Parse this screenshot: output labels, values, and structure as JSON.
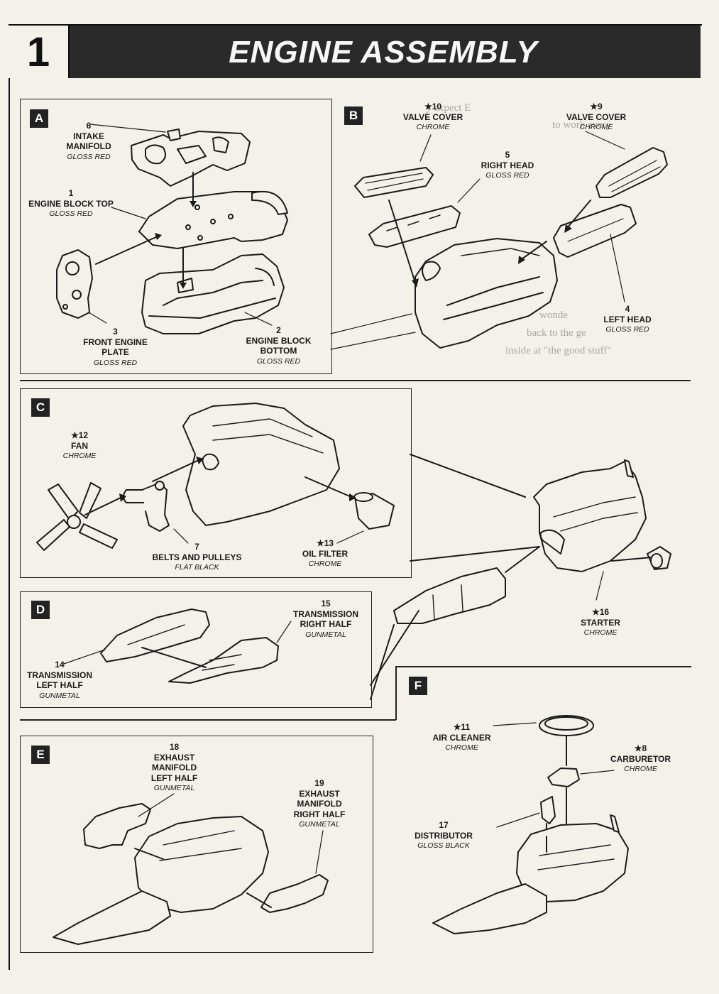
{
  "header": {
    "step_number": "1",
    "title": "ENGINE ASSEMBLY"
  },
  "panels": [
    {
      "id": "A",
      "letter": "A"
    },
    {
      "id": "B",
      "letter": "B"
    },
    {
      "id": "C",
      "letter": "C"
    },
    {
      "id": "D",
      "letter": "D"
    },
    {
      "id": "E",
      "letter": "E"
    },
    {
      "id": "F",
      "letter": "F"
    }
  ],
  "parts": {
    "p6": {
      "num": "6",
      "name": "INTAKE MANIFOLD",
      "color": "GLOSS RED"
    },
    "p1": {
      "num": "1",
      "name": "ENGINE BLOCK TOP",
      "color": "GLOSS RED"
    },
    "p3": {
      "num": "3",
      "name": "FRONT ENGINE PLATE",
      "color": "GLOSS RED"
    },
    "p2": {
      "num": "2",
      "name": "ENGINE BLOCK BOTTOM",
      "color": "GLOSS RED"
    },
    "p10": {
      "num": "★10",
      "name": "VALVE COVER",
      "color": "CHROME"
    },
    "p9": {
      "num": "★9",
      "name": "VALVE COVER",
      "color": "CHROME"
    },
    "p5": {
      "num": "5",
      "name": "RIGHT HEAD",
      "color": "GLOSS RED"
    },
    "p4": {
      "num": "4",
      "name": "LEFT HEAD",
      "color": "GLOSS RED"
    },
    "p12": {
      "num": "★12",
      "name": "FAN",
      "color": "CHROME"
    },
    "p7": {
      "num": "7",
      "name": "BELTS AND PULLEYS",
      "color": "FLAT BLACK"
    },
    "p13": {
      "num": "★13",
      "name": "OIL FILTER",
      "color": "CHROME"
    },
    "p16": {
      "num": "★16",
      "name": "STARTER",
      "color": "CHROME"
    },
    "p15": {
      "num": "15",
      "name": "TRANSMISSION RIGHT HALF",
      "color": "GUNMETAL"
    },
    "p14": {
      "num": "14",
      "name": "TRANSMISSION LEFT HALF",
      "color": "GUNMETAL"
    },
    "p18": {
      "num": "18",
      "name": "EXHAUST MANIFOLD LEFT HALF",
      "color": "GUNMETAL"
    },
    "p19": {
      "num": "19",
      "name": "EXHAUST MANIFOLD RIGHT HALF",
      "color": "GUNMETAL"
    },
    "p11": {
      "num": "★11",
      "name": "AIR CLEANER",
      "color": "CHROME"
    },
    "p8": {
      "num": "★8",
      "name": "CARBURETOR",
      "color": "CHROME"
    },
    "p17": {
      "num": "17",
      "name": "DISTRIBUTOR",
      "color": "GLOSS BLACK"
    }
  },
  "bleed_through": {
    "line1": "y expect E",
    "line2": "to work every",
    "line3": "wonde",
    "line4": "back to the ge",
    "line5": "inside at \"the good stuff\""
  }
}
